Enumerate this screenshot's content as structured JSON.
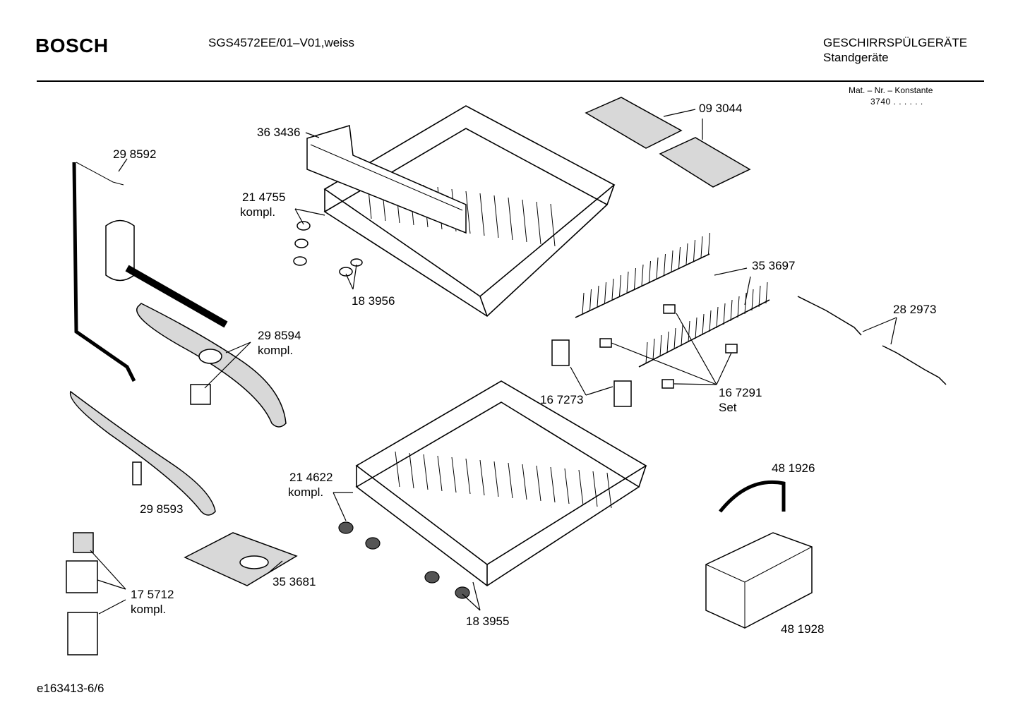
{
  "header": {
    "brand": "BOSCH",
    "model": "SGS4572EE/01–V01,weiss",
    "category_line1": "GESCHIRRSPÜLGERÄTE",
    "category_line2": "Standgeräte",
    "mat_label": "Mat. – Nr. – Konstante",
    "mat_value": "3740  .  .    .  .  .  ."
  },
  "footer": {
    "drawing_id": "e163413-6/6"
  },
  "parts": [
    {
      "number": "36 3436"
    },
    {
      "number": "21 4755",
      "note": "kompl."
    },
    {
      "number": "18 3956"
    },
    {
      "number": "09 3044"
    },
    {
      "number": "29 8592"
    },
    {
      "number": "29 8594",
      "note": "kompl."
    },
    {
      "number": "35 3697"
    },
    {
      "number": "28 2973"
    },
    {
      "number": "16 7273"
    },
    {
      "number": "16 7291",
      "note": "Set"
    },
    {
      "number": "29 8593"
    },
    {
      "number": "21 4622",
      "note": "kompl."
    },
    {
      "number": "48 1926"
    },
    {
      "number": "35 3681"
    },
    {
      "number": "17 5712",
      "note": "kompl."
    },
    {
      "number": "18 3955"
    },
    {
      "number": "48 1928"
    }
  ]
}
